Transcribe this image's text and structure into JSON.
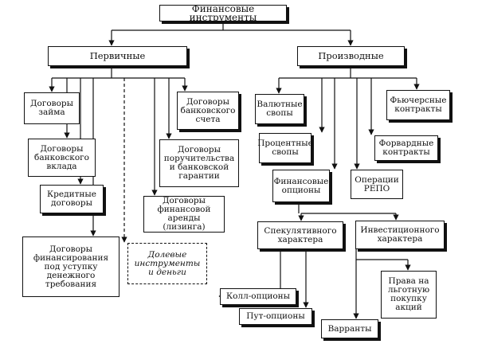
{
  "nodes": {
    "root": "Финансовые инструменты",
    "primary": "Первичные",
    "derived": "Производные",
    "loan": "Договоры\nзайма",
    "bank_account": "Договоры\nбанковского\nсчета",
    "bank_deposit": "Договоры\nбанковского\nвклада",
    "guarantee": "Договоры\nпоручительства\nи банковской\nгарантии",
    "credit": "Кредитные\nдоговоры",
    "leasing": "Договоры\nфинансовой\nаренды (лизинга)",
    "factoring": "Договоры\nфинансирования\nпод уступку\nденежного\nтребования",
    "equity": "Долевые\nинструменты\nи деньги",
    "currency_swaps": "Валютные\nсвопы",
    "futures": "Фьючерсные\nконтракты",
    "interest_swaps": "Процентные\nсвопы",
    "forwards": "Форвардные\nконтракты",
    "options": "Финансовые\nопционы",
    "repo": "Операции\nРЕПО",
    "speculative": "Спекулятивного\nхарактера",
    "investment": "Инвестиционного\nхарактера",
    "call": "Колл-опционы",
    "put": "Пут-опционы",
    "warrants": "Варранты",
    "rights": "Права на\nльготную\nпокупку\nакций"
  }
}
